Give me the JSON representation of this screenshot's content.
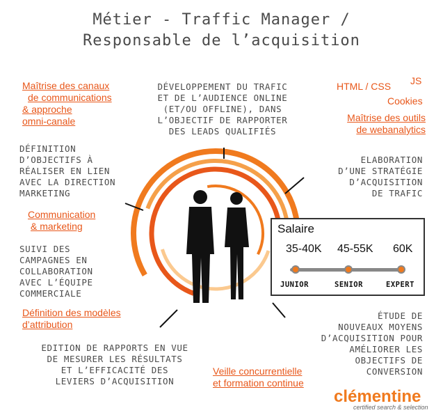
{
  "title_line1": "Métier - Traffic Manager /",
  "title_line2": "Responsable de l’acquisition",
  "top_left": [
    "Maîtrise des canaux",
    "de communications",
    "& approche",
    "omni-canale"
  ],
  "top_center": [
    "Développement du trafic",
    "et de l’audience online",
    "(et/ou offline), dans",
    "l’objectif de rapporter",
    "des leads qualifiés"
  ],
  "skills": {
    "html_css": "HTML / CSS",
    "js": "JS",
    "cookies": "Cookies"
  },
  "top_right": [
    "Maîtrise des outils",
    "de webanalytics"
  ],
  "left_1": [
    "Définition",
    "d’objectifs à",
    "réaliser en lien",
    "avec la direction",
    "marketing"
  ],
  "right_1": [
    "Elaboration",
    "d’une stratégie",
    "d’acquisition",
    "de trafic"
  ],
  "left_2": [
    "Communication",
    "& marketing"
  ],
  "left_3": [
    "Suivi des",
    "campagnes en",
    "collaboration",
    "avec l’équipe",
    "commerciale"
  ],
  "left_4": [
    "Définition des modèles",
    "d’attribution"
  ],
  "right_2": [
    "Étude de",
    "nouveaux moyens",
    "d’acquisition pour",
    "améliorer les",
    "objectifs de",
    "conversion"
  ],
  "bottom_center": [
    "Edition de rapports en vue",
    "de mesurer les résultats",
    "et l’efficacité des",
    "leviers d’acquisition"
  ],
  "bottom_right": [
    "Veille concurrentielle",
    "et formation continue"
  ],
  "salary": {
    "title": "Salaire",
    "values": [
      "35-40K",
      "45-55K",
      "60K"
    ],
    "levels": [
      "JUNIOR",
      "SENIOR",
      "EXPERT"
    ]
  },
  "brand": {
    "name": "clémentine",
    "tagline": "certified search & selection"
  },
  "colors": {
    "accent": "#e8571a",
    "ring": "#f07a1e",
    "text": "#4a4a4a"
  }
}
